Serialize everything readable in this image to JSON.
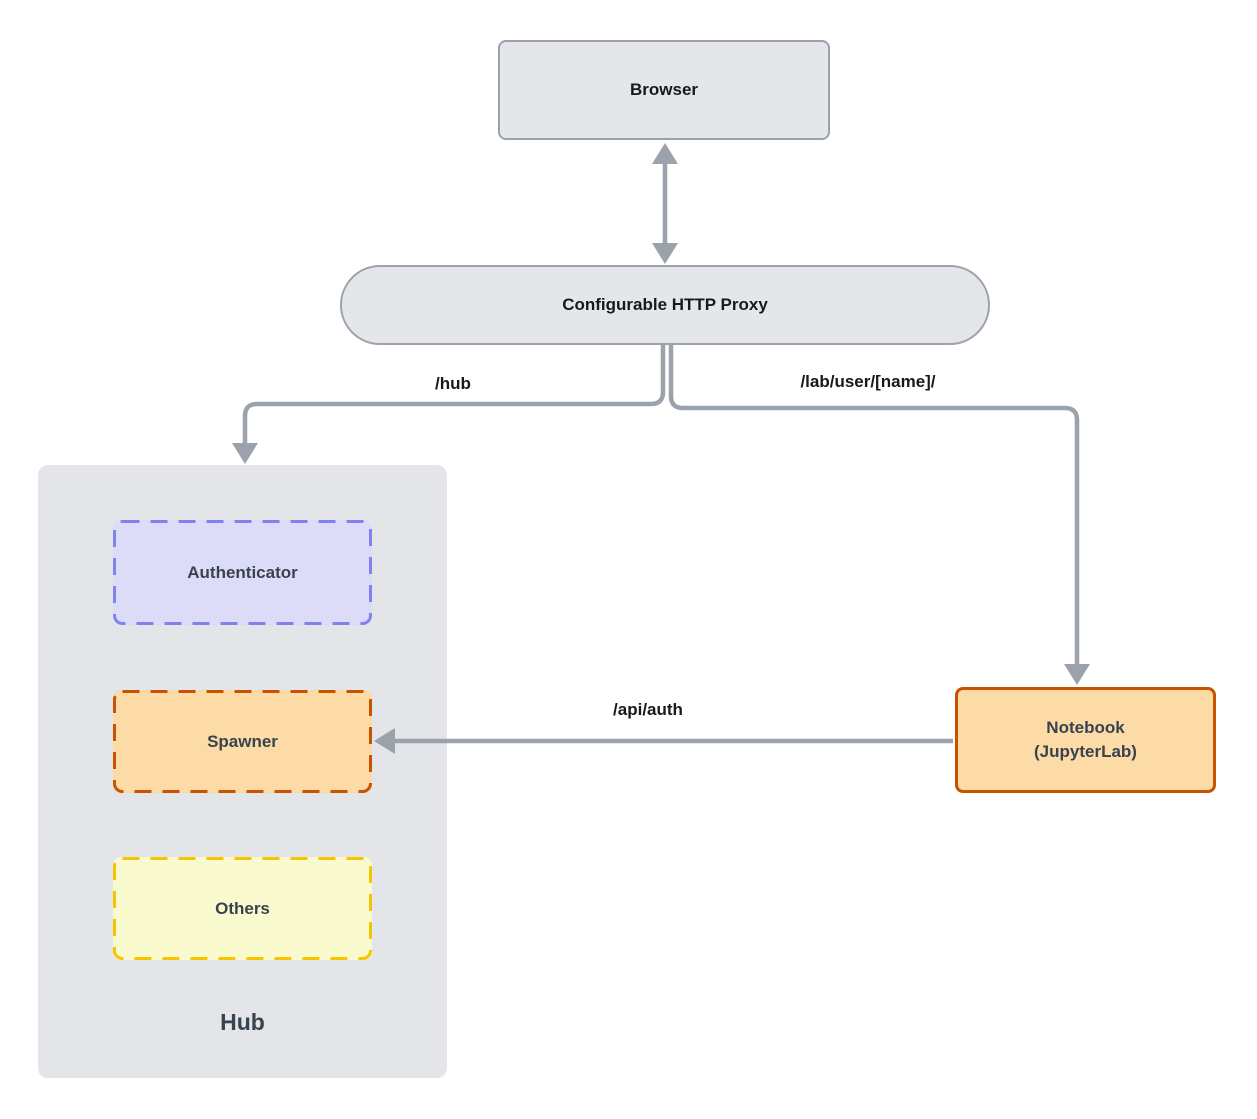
{
  "nodes": {
    "browser": {
      "label": "Browser"
    },
    "proxy": {
      "label": "Configurable HTTP Proxy"
    },
    "hub": {
      "label": "Hub"
    },
    "authenticator": {
      "label": "Authenticator"
    },
    "spawner": {
      "label": "Spawner"
    },
    "others": {
      "label": "Others"
    },
    "notebook": {
      "label_line1": "Notebook",
      "label_line2": "(JupyterLab)"
    }
  },
  "edges": {
    "browser_proxy": {
      "type": "bidirectional-arrow",
      "label": ""
    },
    "proxy_hub": {
      "label": "/hub"
    },
    "proxy_notebook": {
      "label": "/lab/user/[name]/"
    },
    "notebook_spawner": {
      "label": "/api/auth"
    }
  },
  "colors": {
    "gray_node_fill": "#e4e6ea",
    "gray_node_border": "#9ba2ac",
    "arrow_gray": "#9ba2ac",
    "hub_container_fill": "#e3e5e9",
    "authenticator_fill": "#dddcf8",
    "authenticator_border": "#8082ef",
    "spawner_fill": "#fcdba6",
    "spawner_border": "#c75400",
    "others_fill": "#fafacf",
    "others_border": "#f7c500",
    "notebook_fill": "#fcdba6",
    "notebook_border": "#c75400",
    "dark_label_text": "#39434e",
    "black_label_text": "#16191d"
  }
}
